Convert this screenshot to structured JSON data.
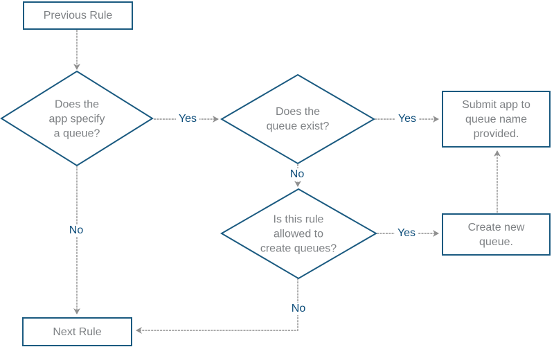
{
  "diagram": {
    "description": "Flowchart for deciding how an app is submitted to a queue",
    "colors": {
      "node_border": "#1a5a80",
      "node_text": "#7e8184",
      "edge_line": "#8f8f8f",
      "edge_label_text": "#0d4d7a",
      "background": "#ffffff"
    },
    "nodes": {
      "previous_rule": {
        "type": "process",
        "label": "Previous Rule"
      },
      "app_specifies_queue": {
        "type": "decision",
        "label": "Does the\napp specify\na queue?"
      },
      "queue_exists": {
        "type": "decision",
        "label": "Does the\nqueue exist?"
      },
      "submit_app": {
        "type": "process",
        "label": "Submit app to\nqueue name\nprovided."
      },
      "rule_allowed": {
        "type": "decision",
        "label": "Is this rule\nallowed to\ncreate queues?"
      },
      "create_queue": {
        "type": "process",
        "label": "Create new\nqueue."
      },
      "next_rule": {
        "type": "process",
        "label": "Next Rule"
      }
    },
    "edges": {
      "app_specifies_to_queue_exists": {
        "label": "Yes"
      },
      "queue_exists_to_submit": {
        "label": "Yes"
      },
      "queue_exists_to_rule_allowed": {
        "label": "No"
      },
      "rule_allowed_to_create_queue": {
        "label": "Yes"
      },
      "app_specifies_to_next_rule": {
        "label": "No"
      },
      "rule_allowed_to_next_rule": {
        "label": "No"
      },
      "previous_rule_to_app_specifies": {
        "label": ""
      },
      "create_queue_to_submit": {
        "label": ""
      }
    }
  }
}
